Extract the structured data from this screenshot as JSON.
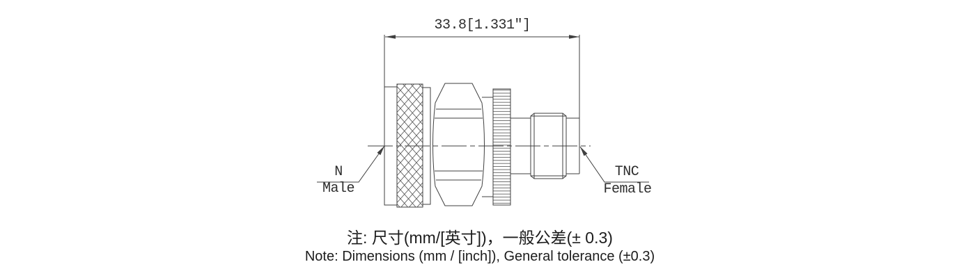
{
  "diagram": {
    "type": "rf-adapter-technical-drawing",
    "dimension": {
      "value": "33.8[1.331″]"
    },
    "labels": {
      "left": {
        "line1": "N",
        "line2": "Male"
      },
      "right": {
        "line1": "TNC",
        "line2": "Female"
      }
    },
    "notes": {
      "zh": "注: 尺寸(mm/[英寸])，一般公差(± 0.3)",
      "en": "Note: Dimensions (mm / [inch]), General tolerance (±0.3)"
    },
    "colors": {
      "background": "#ffffff",
      "line": "#3f3f3f",
      "knurl": "#5a5a5a",
      "text": "#2e2e2e",
      "note_text": "#1c1c1c"
    }
  }
}
